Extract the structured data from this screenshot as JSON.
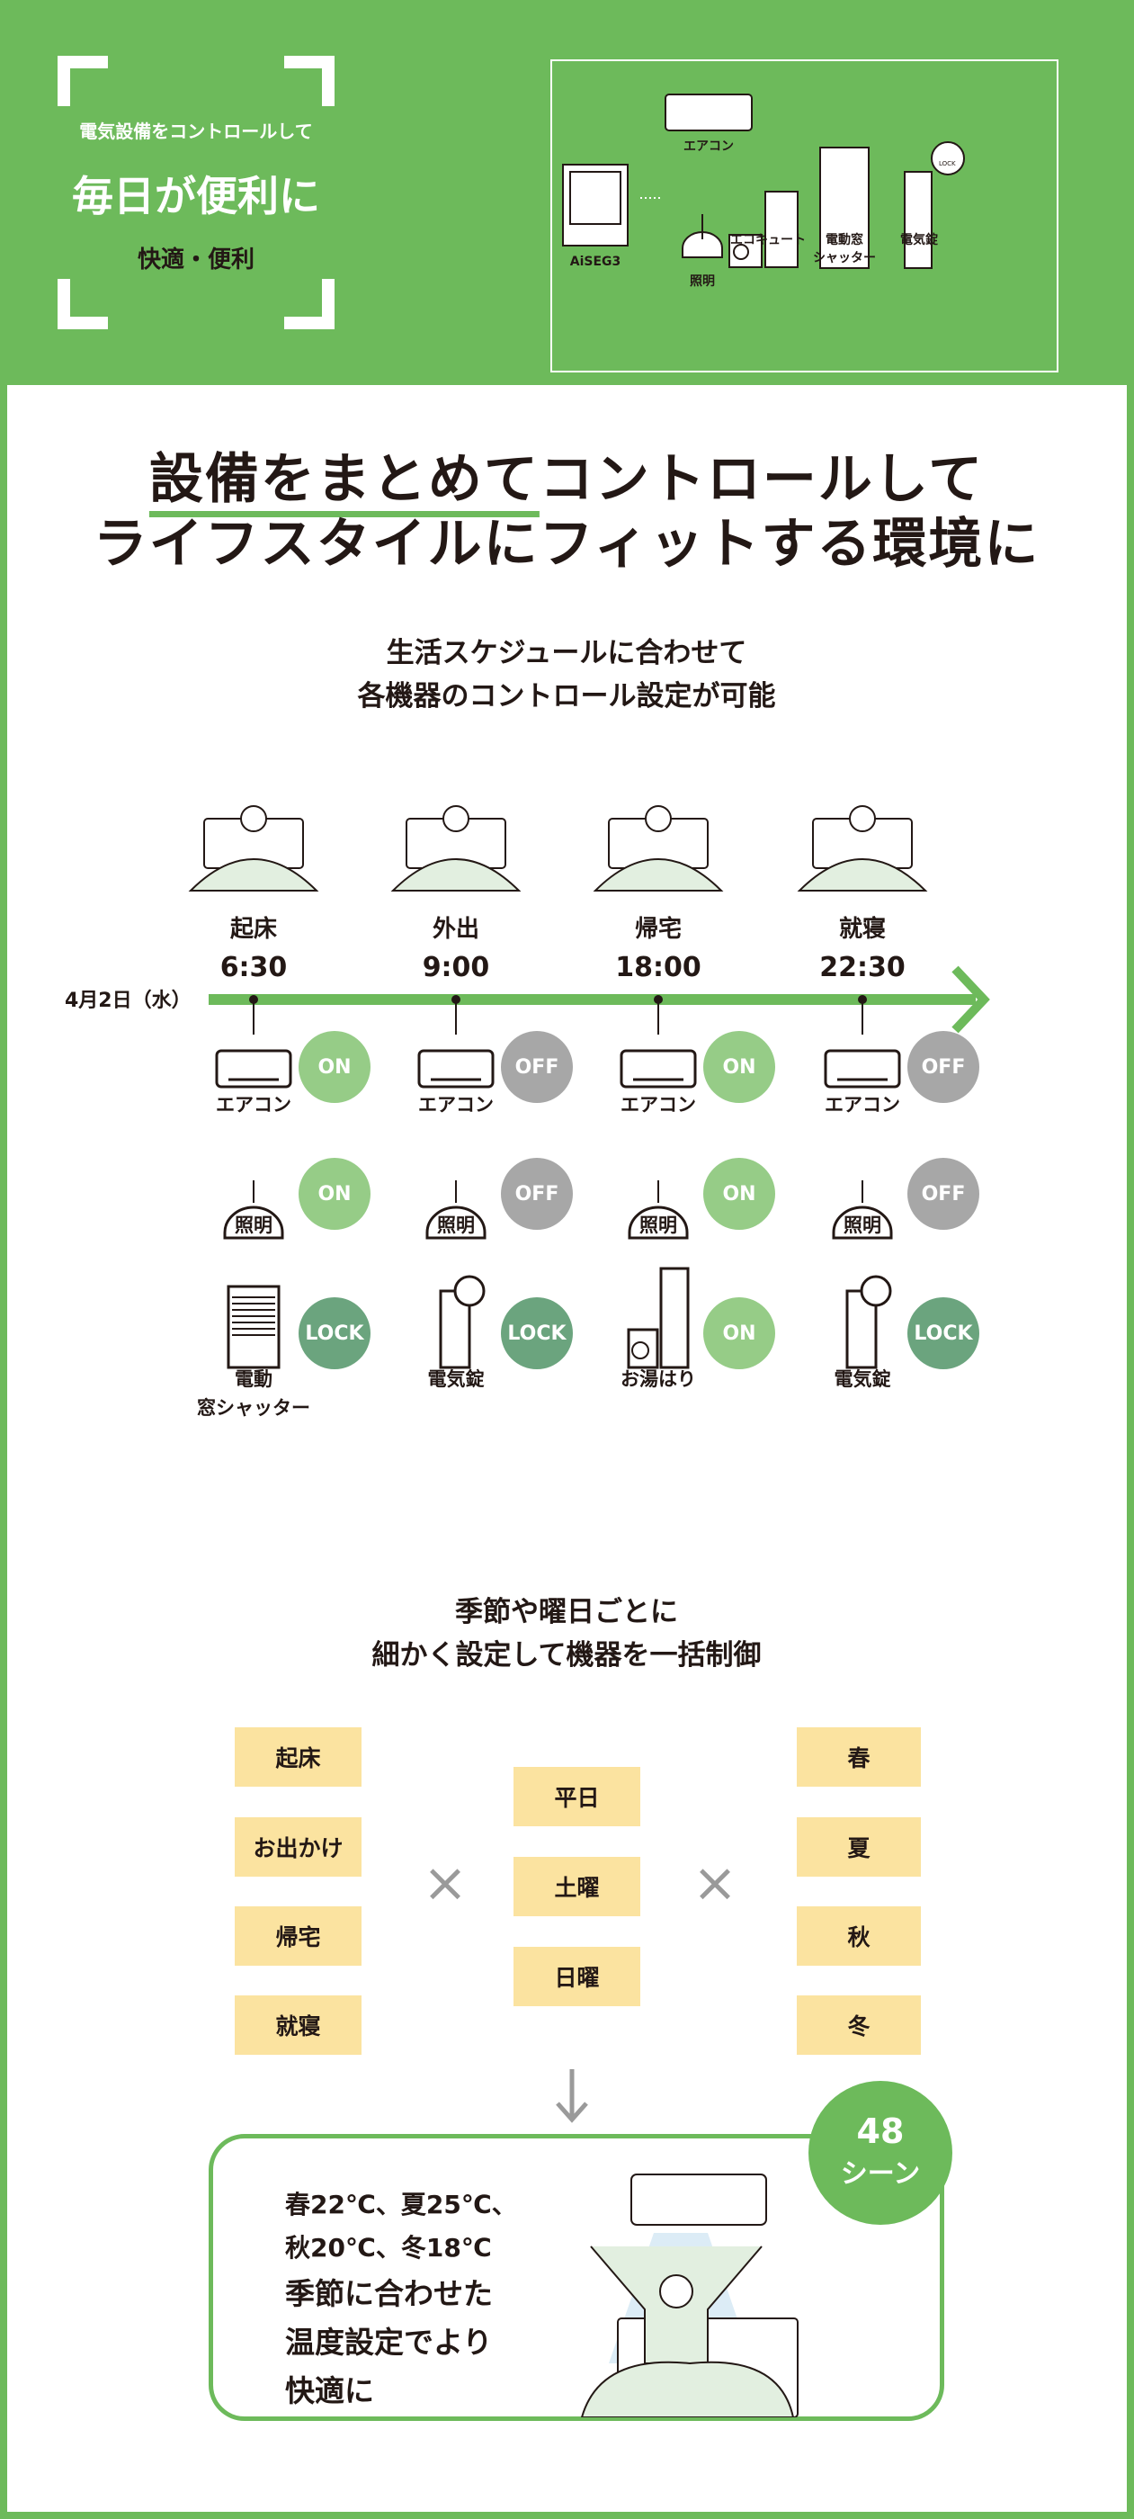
{
  "header": {
    "tagline": "電気設備をコントロールして",
    "headline": "毎日が便利に",
    "category": "快適・便利",
    "devices": {
      "aircon": "エアコン",
      "aiseg": "AiSEG3",
      "light": "照明",
      "ecocute": "エコキュート",
      "shutter_l1": "電動窓",
      "shutter_l2": "シャッター",
      "lock": "電気錠",
      "lock_badge": "LOCK"
    }
  },
  "intro": {
    "title_line1_highlight": "設備をまとめて",
    "title_line1_rest": "コントロールして",
    "title_line2": "ライフスタイルにフィットする環境に",
    "sub_line1": "生活スケジュールに合わせて",
    "sub_line2": "各機器のコントロール設定が可能"
  },
  "timeline": {
    "date": "4月2日（水）",
    "events": [
      {
        "label": "起床",
        "time": "6:30",
        "devices": [
          {
            "name": "エアコン",
            "state": "ON"
          },
          {
            "name": "照明",
            "state": "ON"
          },
          {
            "name": "電動",
            "name2": "窓シャッター",
            "state": "LOCK"
          }
        ]
      },
      {
        "label": "外出",
        "time": "9:00",
        "devices": [
          {
            "name": "エアコン",
            "state": "OFF"
          },
          {
            "name": "照明",
            "state": "OFF"
          },
          {
            "name": "電気錠",
            "state": "LOCK"
          }
        ]
      },
      {
        "label": "帰宅",
        "time": "18:00",
        "devices": [
          {
            "name": "エアコン",
            "state": "ON"
          },
          {
            "name": "照明",
            "state": "ON"
          },
          {
            "name": "お湯はり",
            "state": "ON"
          }
        ]
      },
      {
        "label": "就寝",
        "time": "22:30",
        "devices": [
          {
            "name": "エアコン",
            "state": "OFF"
          },
          {
            "name": "照明",
            "state": "OFF"
          },
          {
            "name": "電気錠",
            "state": "LOCK"
          }
        ]
      }
    ],
    "lock_icon_label": "LOCK"
  },
  "colors": {
    "green": "#6dba5b",
    "on": "#96cc87",
    "off": "#a7a7a7",
    "lock": "#6ba47e",
    "box": "#fbe3a0"
  },
  "scenes": {
    "heading_line1": "季節や曜日ごとに",
    "heading_line2": "細かく設定して機器を一括制御",
    "activities": [
      "起床",
      "お出かけ",
      "帰宅",
      "就寝"
    ],
    "days": [
      "平日",
      "土曜",
      "日曜"
    ],
    "seasons": [
      "春",
      "夏",
      "秋",
      "冬"
    ],
    "times_symbol": "×",
    "result": {
      "count": "48",
      "count_unit": "シーン",
      "line1": "春22℃、夏25℃、",
      "line2": "秋20℃、冬18℃",
      "line3": "季節に合わせた",
      "line4": "温度設定でより",
      "line5": "快適に"
    }
  }
}
